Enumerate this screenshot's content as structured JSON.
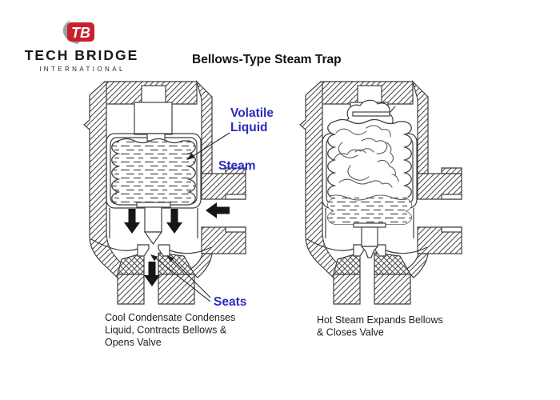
{
  "brand": {
    "mark_text": "TB",
    "name": "TECH BRIDGE",
    "subtitle": "INTERNATIONAL"
  },
  "title": "Bellows-Type Steam Trap",
  "colors": {
    "label_blue": "#2b2bc0",
    "brand_red": "#c9202e",
    "drawing_line": "#3f3f3f",
    "arrow_black": "#161616"
  },
  "left_view": {
    "labels": {
      "volatile_line1": "Volatile",
      "volatile_line2": "Liquid",
      "steam": "Steam",
      "seats": "Seats"
    },
    "caption_line1": "Cool Condensate Condenses",
    "caption_line2": "Liquid, Contracts Bellows &",
    "caption_line3": "Opens Valve"
  },
  "right_view": {
    "caption_line1": "Hot Steam Expands Bellows",
    "caption_line2": "& Closes Valve"
  }
}
